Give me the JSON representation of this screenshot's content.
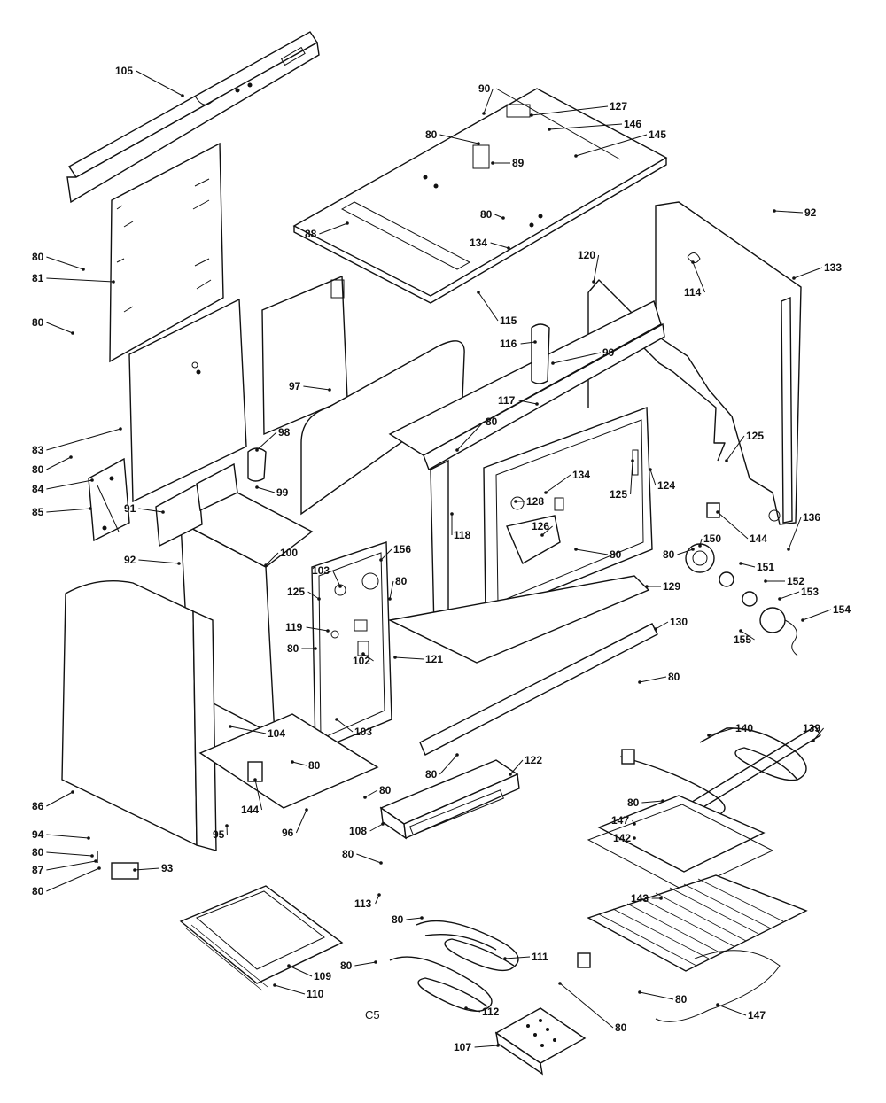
{
  "callouts": [
    {
      "id": "c105a",
      "text": "105"
    },
    {
      "id": "c90",
      "text": "90"
    },
    {
      "id": "c127",
      "text": "127"
    },
    {
      "id": "c80a",
      "text": "80"
    },
    {
      "id": "c146",
      "text": "146"
    },
    {
      "id": "c145",
      "text": "145"
    },
    {
      "id": "c89",
      "text": "89"
    },
    {
      "id": "c88",
      "text": "88"
    },
    {
      "id": "c80b",
      "text": "80"
    },
    {
      "id": "c134a",
      "text": "134"
    },
    {
      "id": "c120",
      "text": "120"
    },
    {
      "id": "c92a",
      "text": "92"
    },
    {
      "id": "c133",
      "text": "133"
    },
    {
      "id": "c114",
      "text": "114"
    },
    {
      "id": "c80c",
      "text": "80"
    },
    {
      "id": "c81",
      "text": "81"
    },
    {
      "id": "c80d",
      "text": "80"
    },
    {
      "id": "c115",
      "text": "115"
    },
    {
      "id": "c116",
      "text": "116"
    },
    {
      "id": "c99a",
      "text": "99"
    },
    {
      "id": "c97",
      "text": "97"
    },
    {
      "id": "c117",
      "text": "117"
    },
    {
      "id": "c98",
      "text": "98"
    },
    {
      "id": "c80e",
      "text": "80"
    },
    {
      "id": "c83",
      "text": "83"
    },
    {
      "id": "c80f",
      "text": "80"
    },
    {
      "id": "c84",
      "text": "84"
    },
    {
      "id": "c99b",
      "text": "99"
    },
    {
      "id": "c85",
      "text": "85"
    },
    {
      "id": "c134b",
      "text": "134"
    },
    {
      "id": "c125a",
      "text": "125"
    },
    {
      "id": "c124",
      "text": "124"
    },
    {
      "id": "c125b",
      "text": "125"
    },
    {
      "id": "c128",
      "text": "128"
    },
    {
      "id": "c126",
      "text": "126"
    },
    {
      "id": "c118",
      "text": "118"
    },
    {
      "id": "c80g",
      "text": "80"
    },
    {
      "id": "c144a",
      "text": "144"
    },
    {
      "id": "c136",
      "text": "136"
    },
    {
      "id": "c80h",
      "text": "80"
    },
    {
      "id": "c150",
      "text": "150"
    },
    {
      "id": "c151",
      "text": "151"
    },
    {
      "id": "c152",
      "text": "152"
    },
    {
      "id": "c153",
      "text": "153"
    },
    {
      "id": "c154",
      "text": "154"
    },
    {
      "id": "c155",
      "text": "155"
    },
    {
      "id": "c91",
      "text": "91"
    },
    {
      "id": "c92b",
      "text": "92"
    },
    {
      "id": "c100",
      "text": "100"
    },
    {
      "id": "c103a",
      "text": "103"
    },
    {
      "id": "c156",
      "text": "156"
    },
    {
      "id": "c125c",
      "text": "125"
    },
    {
      "id": "c80i",
      "text": "80"
    },
    {
      "id": "c119",
      "text": "119"
    },
    {
      "id": "c80j",
      "text": "80"
    },
    {
      "id": "c102",
      "text": "102"
    },
    {
      "id": "c121",
      "text": "121"
    },
    {
      "id": "c129",
      "text": "129"
    },
    {
      "id": "c130",
      "text": "130"
    },
    {
      "id": "c80k",
      "text": "80"
    },
    {
      "id": "c103b",
      "text": "103"
    },
    {
      "id": "c104",
      "text": "104"
    },
    {
      "id": "c80l",
      "text": "80"
    },
    {
      "id": "c140",
      "text": "140"
    },
    {
      "id": "c139",
      "text": "139"
    },
    {
      "id": "c80m",
      "text": "80"
    },
    {
      "id": "c122",
      "text": "122"
    },
    {
      "id": "c144b",
      "text": "144"
    },
    {
      "id": "c80n",
      "text": "80"
    },
    {
      "id": "c86",
      "text": "86"
    },
    {
      "id": "c95",
      "text": "95"
    },
    {
      "id": "c96",
      "text": "96"
    },
    {
      "id": "c108",
      "text": "108"
    },
    {
      "id": "c80o",
      "text": "80"
    },
    {
      "id": "c147a",
      "text": "147"
    },
    {
      "id": "c142",
      "text": "142"
    },
    {
      "id": "c94",
      "text": "94"
    },
    {
      "id": "c80p",
      "text": "80"
    },
    {
      "id": "c87",
      "text": "87"
    },
    {
      "id": "c80q",
      "text": "80"
    },
    {
      "id": "c93",
      "text": "93"
    },
    {
      "id": "c80r",
      "text": "80"
    },
    {
      "id": "c113",
      "text": "113"
    },
    {
      "id": "c80s",
      "text": "80"
    },
    {
      "id": "c143",
      "text": "143"
    },
    {
      "id": "c80t",
      "text": "80"
    },
    {
      "id": "c111",
      "text": "111"
    },
    {
      "id": "c109",
      "text": "109"
    },
    {
      "id": "c110",
      "text": "110"
    },
    {
      "id": "c80u",
      "text": "80"
    },
    {
      "id": "c147b",
      "text": "147"
    },
    {
      "id": "c112",
      "text": "112"
    },
    {
      "id": "c80v",
      "text": "80"
    },
    {
      "id": "c107",
      "text": "107"
    }
  ],
  "diagram_code": "C5"
}
